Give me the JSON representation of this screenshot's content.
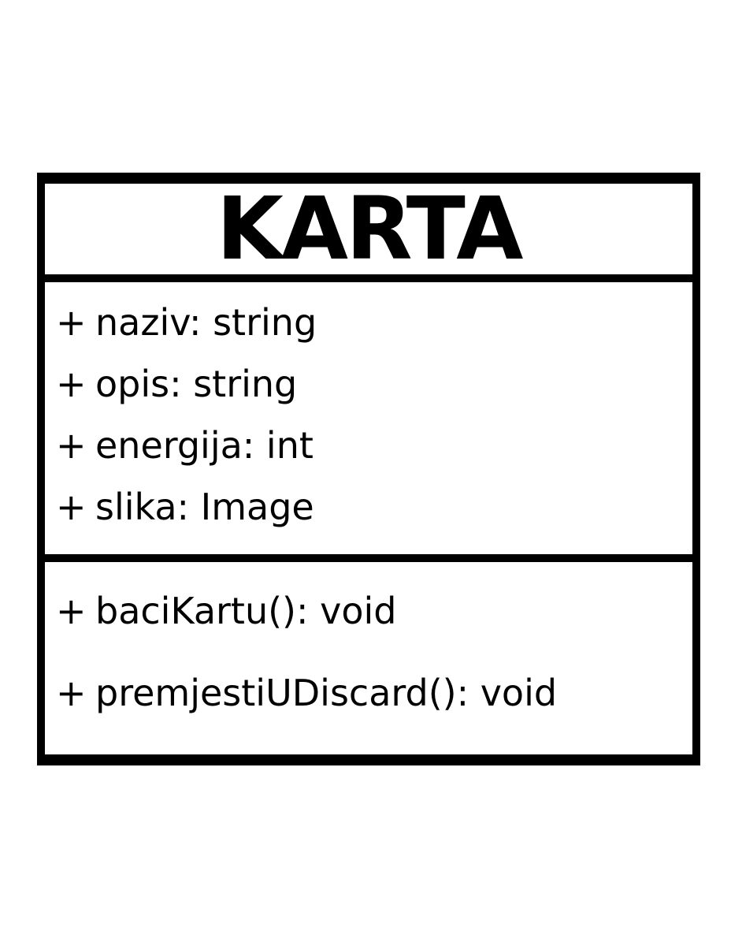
{
  "class_box": {
    "name": "KARTA",
    "attributes": [
      {
        "visibility": "+",
        "text": "naziv: string"
      },
      {
        "visibility": "+",
        "text": "opis: string"
      },
      {
        "visibility": "+",
        "text": "energija: int"
      },
      {
        "visibility": "+",
        "text": "slika: Image"
      }
    ],
    "methods": [
      {
        "visibility": "+",
        "text": "baciKartu(): void"
      },
      {
        "visibility": "+",
        "text": "premjestiUDiscard(): void"
      }
    ]
  },
  "colors": {
    "stroke": "#000000",
    "background": "#ffffff"
  }
}
